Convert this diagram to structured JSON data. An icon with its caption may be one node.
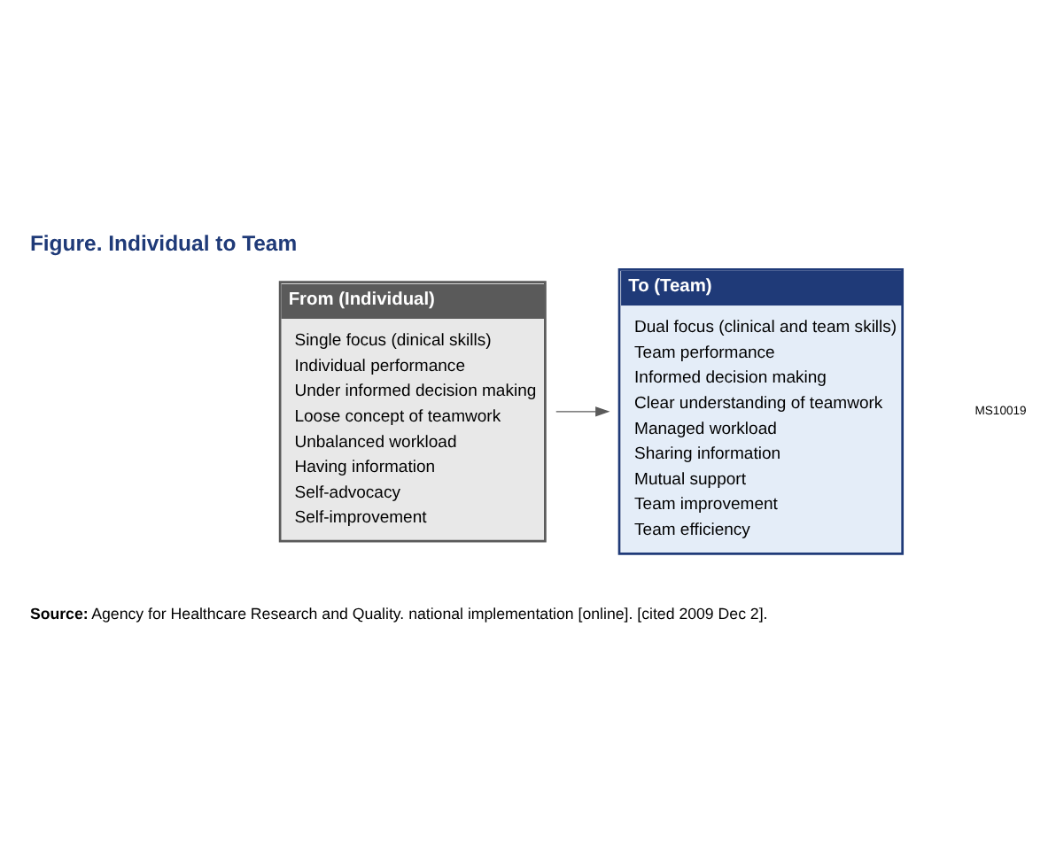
{
  "diagram": {
    "title": "Figure. Individual to Team",
    "caption": "**Source:** Agency for Healthcare Research and Quality. national implementation [online]. [cited 2009 Dec 2].",
    "nodes": [
      {
        "text": [
          "From (Individual)",
          "Single focus (dinical skills)",
          "Individual performance",
          "Under informed decision making",
          "Loose concept of teamwork",
          "Unbalanced workload",
          "Having information",
          "Self-advocacy",
          "Self-improvement"
        ]
      },
      {
        "text": [
          "To (Team)",
          "Dual focus (clinical and team skills)",
          "Team performance",
          "Informed decision making",
          "Clear understanding of teamwork",
          "Managed workload",
          "Sharing information",
          "Mutual support",
          "Team improvement",
          "Team efficiency"
        ]
      }
    ],
    "edges": [
      {
        "from": 0,
        "to": 1,
        "arrow": "to"
      }
    ],
    "labels": [
      "MS10019"
    ]
  }
}
